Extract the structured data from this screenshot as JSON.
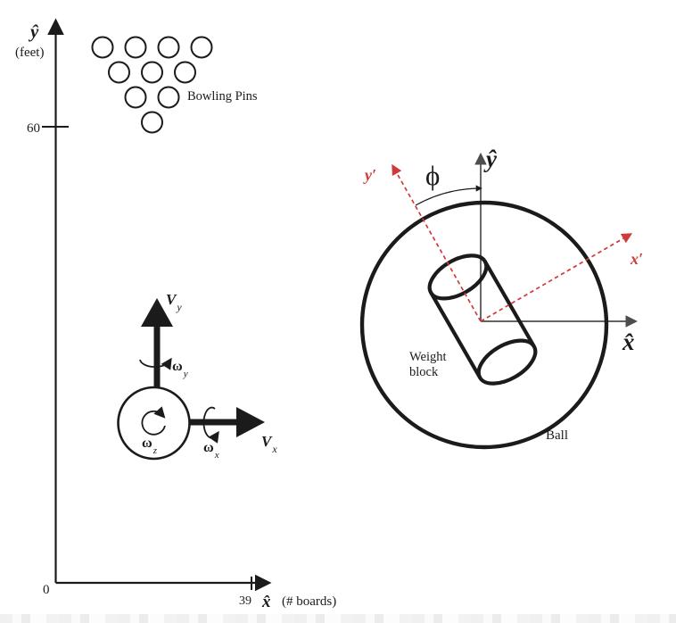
{
  "colors": {
    "ink": "#1b1b1b",
    "axis": "#4d4d4d",
    "red": "#cf3a3a"
  },
  "lane": {
    "y_axis_label": "ŷ",
    "y_axis_unit": "(feet)",
    "tick_60": "60",
    "origin_label": "0",
    "tick_39": "39",
    "x_axis_label": "x̂",
    "x_axis_unit": "(# boards)",
    "pins_label": "Bowling Pins",
    "pin_rows": [
      4,
      3,
      2,
      1
    ]
  },
  "ball_vectors": {
    "vy": "V",
    "vy_sub": "y",
    "vx": "V",
    "vx_sub": "x",
    "wy": "ω",
    "wy_sub": "y",
    "wx": "ω",
    "wx_sub": "x",
    "wz": "ω",
    "wz_sub": "z"
  },
  "ball_detail": {
    "y_axis_label": "ŷ",
    "x_axis_label": "x̂",
    "y_prime_label": "y′",
    "x_prime_label": "x′",
    "phi_label": "ϕ",
    "weight_line1": "Weight",
    "weight_line2": "block",
    "ball_label": "Ball"
  }
}
